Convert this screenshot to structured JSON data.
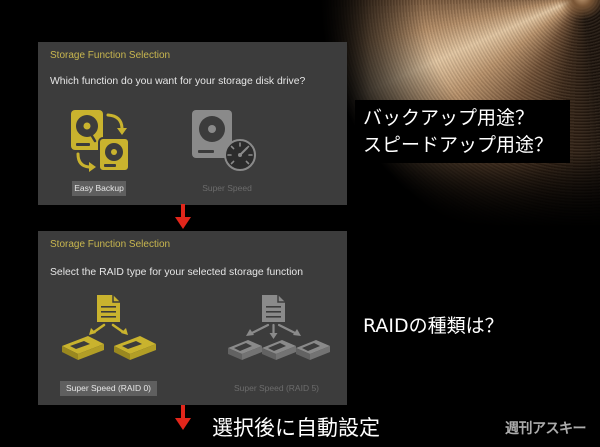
{
  "colors": {
    "background": "#000000",
    "panel": "#3c3c3c",
    "title": "#c9b74f",
    "text": "#e6e6e6",
    "dim_label": "#6c6c6c",
    "highlight": "#5f5f5f",
    "accent_yellow": "#c9b32e",
    "inactive_gray": "#8a8a8a",
    "arrow_red": "#e2261b"
  },
  "panel_function": {
    "title": "Storage Function Selection",
    "prompt": "Which function do you want for your storage disk drive?",
    "options": [
      {
        "label": "Easy Backup",
        "icon": "backup-disk-icon",
        "selected": true
      },
      {
        "label": "Super Speed",
        "icon": "speed-disk-icon",
        "selected": false
      }
    ]
  },
  "panel_raid": {
    "title": "Storage Function Selection",
    "prompt": "Select the RAID type for your selected storage function",
    "options": [
      {
        "label": "Super Speed (RAID 0)",
        "icon": "raid0-drives-icon",
        "selected": true
      },
      {
        "label": "Super Speed (RAID 5)",
        "icon": "raid5-drives-icon",
        "selected": false
      }
    ]
  },
  "annotations": {
    "question_backup": "バックアップ用途？",
    "question_speed": "スピードアップ用途？",
    "question_raid": "RAIDの種類は？",
    "auto_setup": "選択後に自動設定"
  },
  "flow_arrow_icon": "arrow-down-icon",
  "logo": {
    "text": "週刊アスキー"
  }
}
